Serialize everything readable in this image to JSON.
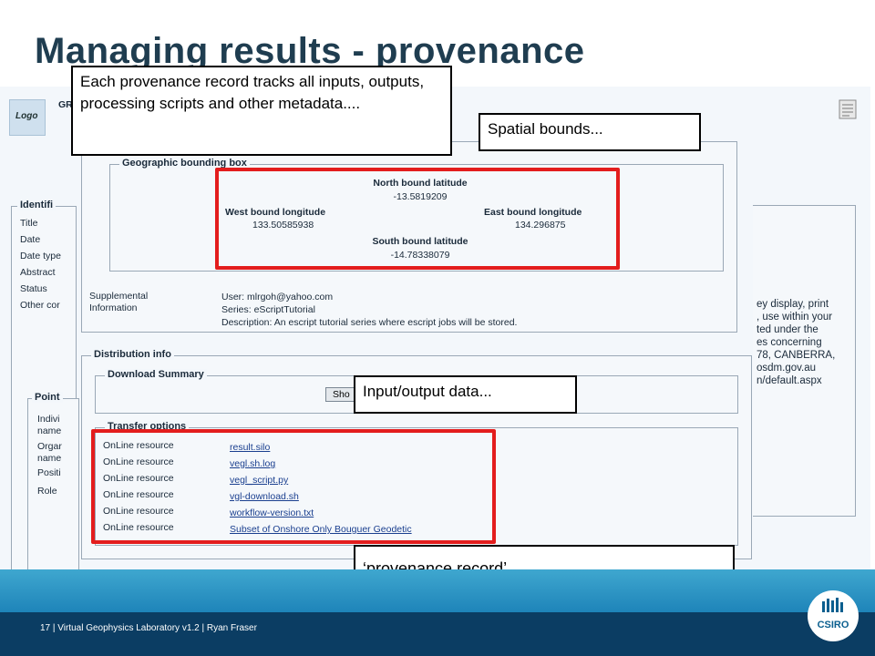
{
  "slide": {
    "title": "Managing results - provenance",
    "footer": "17  |  Virtual Geophysics Laboratory v1.2 | Ryan Fraser",
    "logo_text": "CSIRO"
  },
  "callouts": {
    "record": "Each provenance record tracks all inputs, outputs, processing scripts and other metadata....",
    "spatial": "Spatial bounds...",
    "io": "Input/output data...",
    "provenance": "‘provenance record’"
  },
  "app": {
    "logo": "Logo",
    "header_fragment": "GR",
    "identification": {
      "legend": "Identifi",
      "fields": [
        "Title",
        "Date",
        "Date type",
        "Abstract",
        "Status",
        "Other cor"
      ]
    },
    "point_of_contact": {
      "legend": "Point",
      "fields": [
        "Indivi",
        "name",
        "Orgar",
        "name",
        "Positi",
        "Role"
      ]
    },
    "right_text": [
      "ey display, print",
      ", use within your",
      "ted under the",
      "es concerning",
      "78, CANBERRA,",
      "osdm.gov.au",
      "n/default.aspx"
    ]
  },
  "bbox": {
    "legend": "Geographic bounding box",
    "north_label": "North bound latitude",
    "north_value": "-13.5819209",
    "west_label": "West bound longitude",
    "west_value": "133.50585938",
    "east_label": "East bound longitude",
    "east_value": "134.296875",
    "south_label": "South bound latitude",
    "south_value": "-14.78338079"
  },
  "supplemental": {
    "label_line1": "Supplemental",
    "label_line2": "Information",
    "user": "User: mlrgoh@yahoo.com",
    "series": "Series: eScriptTutorial",
    "description": "Description: An escript tutorial series where escript jobs will be stored."
  },
  "distribution": {
    "legend": "Distribution info",
    "download_legend": "Download Summary",
    "show_button": "Sho",
    "transfer_legend": "Transfer options",
    "resources": [
      {
        "label": "OnLine resource",
        "link": "result.silo"
      },
      {
        "label": "OnLine resource",
        "link": "vegl.sh.log"
      },
      {
        "label": "OnLine resource",
        "link": "vegl_script.py"
      },
      {
        "label": "OnLine resource",
        "link": "vgl-download.sh"
      },
      {
        "label": "OnLine resource",
        "link": "workflow-version.txt"
      },
      {
        "label": "OnLine resource",
        "link": "Subset of Onshore Only Bouguer Geodetic"
      }
    ]
  },
  "colors": {
    "highlight": "#e31d1d",
    "title": "#1f3d50",
    "footer_dark": "#0b3d63",
    "footer_band": "#2b95c5"
  }
}
